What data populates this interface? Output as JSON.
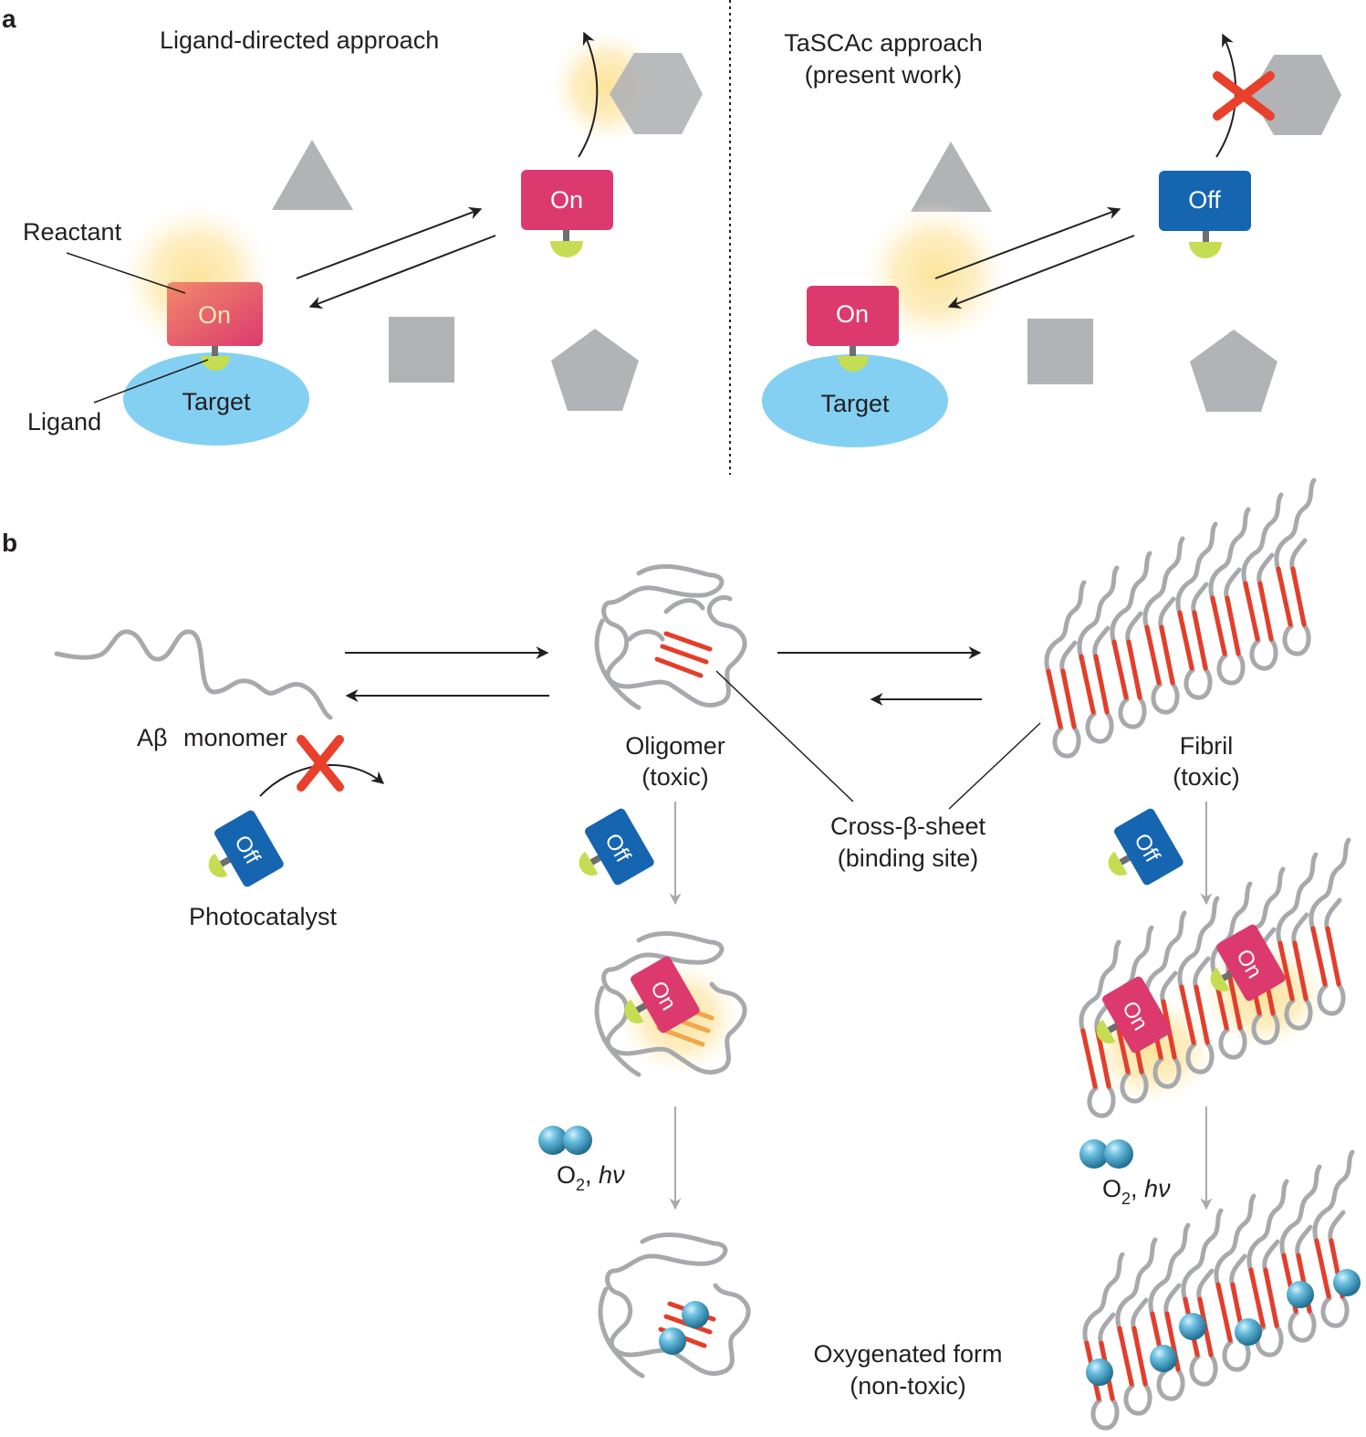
{
  "panel_a": {
    "letter": "a",
    "left": {
      "title": "Ligand-directed approach",
      "reactant_label": "Reactant",
      "ligand_label": "Ligand",
      "target_label": "Target",
      "bound_state": "On",
      "free_state": "On"
    },
    "right": {
      "title_line1": "TaSCAc approach",
      "title_line2": "(present work)",
      "target_label": "Target",
      "bound_state": "On",
      "free_state": "Off"
    }
  },
  "panel_b": {
    "letter": "b",
    "monomer_prefix": "Aβ",
    "monomer_label": "monomer",
    "photocatalyst_label": "Photocatalyst",
    "oligomer_line1": "Oligomer",
    "oligomer_line2": "(toxic)",
    "fibril_line1": "Fibril",
    "fibril_line2": "(toxic)",
    "binding_line1": "Cross-β-sheet",
    "binding_line2": "(binding site)",
    "oxygen_text": "O",
    "oxygen_sub": "2",
    "light_text": ", ",
    "light_italic": "hν",
    "oxygenated_line1": "Oxygenated form",
    "oxygenated_line2": "(non-toxic)",
    "off_label": "Off",
    "on_label": "On"
  },
  "colors": {
    "on_box": "#dc3a6e",
    "off_box": "#1565b0",
    "target": "#83d0f3",
    "ligand": "#c5dd52",
    "shape_gray": "#b1b3b6",
    "strand_gray": "#a7a9ac",
    "beta_red": "#e53d29",
    "cross_red": "#e8402c",
    "glow": "#fde6a0",
    "oxygen": "#4aa6cc"
  }
}
